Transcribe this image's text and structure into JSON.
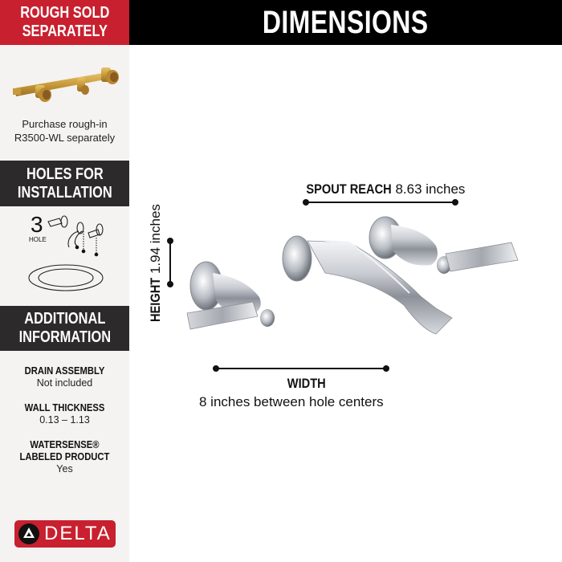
{
  "sidebar": {
    "rough": {
      "title_line1": "ROUGH SOLD",
      "title_line2": "SEPARATELY",
      "text_line1": "Purchase rough-in",
      "text_line2": "R3500-WL separately",
      "image": "brass-rough-in-valve"
    },
    "holes": {
      "title_line1": "HOLES FOR",
      "title_line2": "INSTALLATION",
      "count": "3",
      "count_label": "HOLE",
      "image": "three-hole-wall-mount-diagram"
    },
    "additional": {
      "title_line1": "ADDITIONAL",
      "title_line2": "INFORMATION",
      "items": [
        {
          "label": "DRAIN ASSEMBLY",
          "value": "Not included"
        },
        {
          "label": "WALL THICKNESS",
          "value": "0.13 – 1.13"
        },
        {
          "label_line1": "WATERSENSE®",
          "label_line2": "LABELED PRODUCT",
          "value": "Yes"
        }
      ]
    },
    "logo": {
      "text": "DELTA",
      "icon": "delta-triangle-logo-icon"
    }
  },
  "header": {
    "title": "DIMENSIONS"
  },
  "dimensions": {
    "spout_reach": {
      "label": "SPOUT REACH",
      "value": "8.63 inches"
    },
    "height": {
      "label": "HEIGHT",
      "value": "1.94 inches"
    },
    "width": {
      "label": "WIDTH",
      "value": "8 inches between hole centers"
    }
  },
  "product_image": "wall-mount-faucet-chrome-two-lever-handles",
  "colors": {
    "brand_red": "#c8202f",
    "dark_box": "#2c2a2a",
    "header_black": "#000000",
    "sidebar_bg": "#f4f3f1"
  }
}
